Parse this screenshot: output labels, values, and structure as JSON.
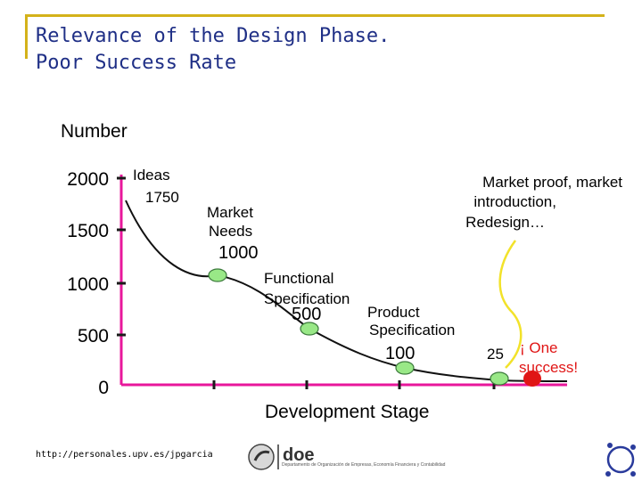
{
  "slide": {
    "title_line1": "Relevance of the Design Phase.",
    "title_line2": "Poor Success Rate",
    "footer_url": "http://personales.upv.es/jpgarcia",
    "footer_logo_text": "doe",
    "footer_logo_subtext": "Departamento de Organización de Empresas, Economía Financiera y Contabilidad"
  },
  "diagram": {
    "y_axis_title": "Number",
    "x_axis_title": "Development Stage",
    "y_ticks": [
      "2000",
      "1500",
      "1000",
      "500",
      "0"
    ],
    "stages": [
      {
        "name_line1": "Ideas",
        "name_line2": "",
        "name_line3": "",
        "value": "1750"
      },
      {
        "name_line1": "Market",
        "name_line2": "Needs",
        "name_line3": "",
        "value": "1000"
      },
      {
        "name_line1": "Functional",
        "name_line2": "Specification",
        "name_line3": "",
        "value": "500"
      },
      {
        "name_line1": "Product",
        "name_line2": "Specification",
        "name_line3": "",
        "value": "100"
      },
      {
        "name_line1": "Market proof, market",
        "name_line2": "introduction,",
        "name_line3": "Redesign…",
        "value": "25"
      }
    ],
    "success_line1": "¡ One",
    "success_line2": "success!",
    "colors": {
      "axis": "#e8179b",
      "tick": "#1a1a1a",
      "marker_fill": "#99e887",
      "marker_stroke": "#3c7a3c",
      "success_marker": "#e01515",
      "success_text": "#e01515",
      "squiggle": "#f2e22a",
      "title": "#1f2f86"
    }
  }
}
